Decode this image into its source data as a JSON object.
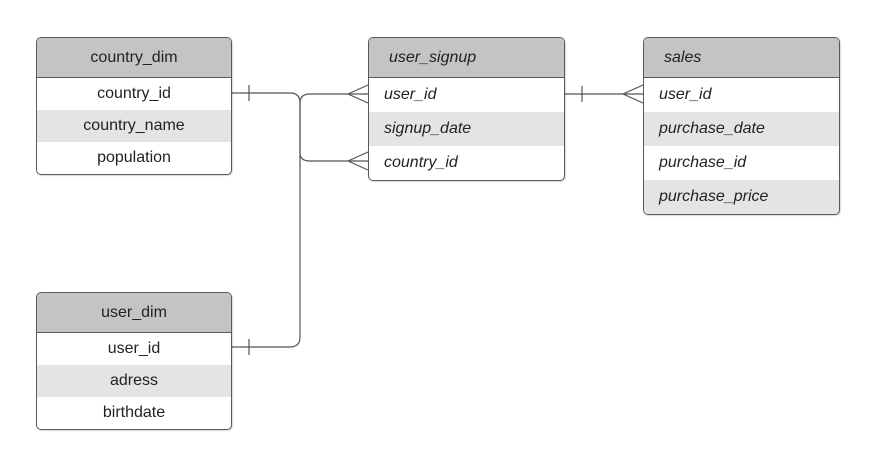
{
  "entities": {
    "country_dim": {
      "title": "country_dim",
      "fields": [
        "country_id",
        "country_name",
        "population"
      ]
    },
    "user_dim": {
      "title": "user_dim",
      "fields": [
        "user_id",
        "adress",
        "birthdate"
      ]
    },
    "user_signup": {
      "title": "user_signup",
      "fields": [
        "user_id",
        "signup_date",
        "country_id"
      ]
    },
    "sales": {
      "title": "sales",
      "fields": [
        "user_id",
        "purchase_date",
        "purchase_id",
        "purchase_price"
      ]
    }
  },
  "relationships": [
    {
      "from": "country_dim.country_id",
      "from_cardinality": "one",
      "to": "user_signup.country_id",
      "to_cardinality": "many"
    },
    {
      "from": "user_dim.user_id",
      "from_cardinality": "one",
      "to": "user_signup.user_id",
      "to_cardinality": "many"
    },
    {
      "from": "user_signup.user_id",
      "from_cardinality": "one",
      "to": "sales.user_id",
      "to_cardinality": "many"
    }
  ],
  "colors": {
    "header_fill": "#c4c4c4",
    "alt_row_fill": "#e4e4e4",
    "border": "#5a5a5a",
    "line": "#555555"
  }
}
